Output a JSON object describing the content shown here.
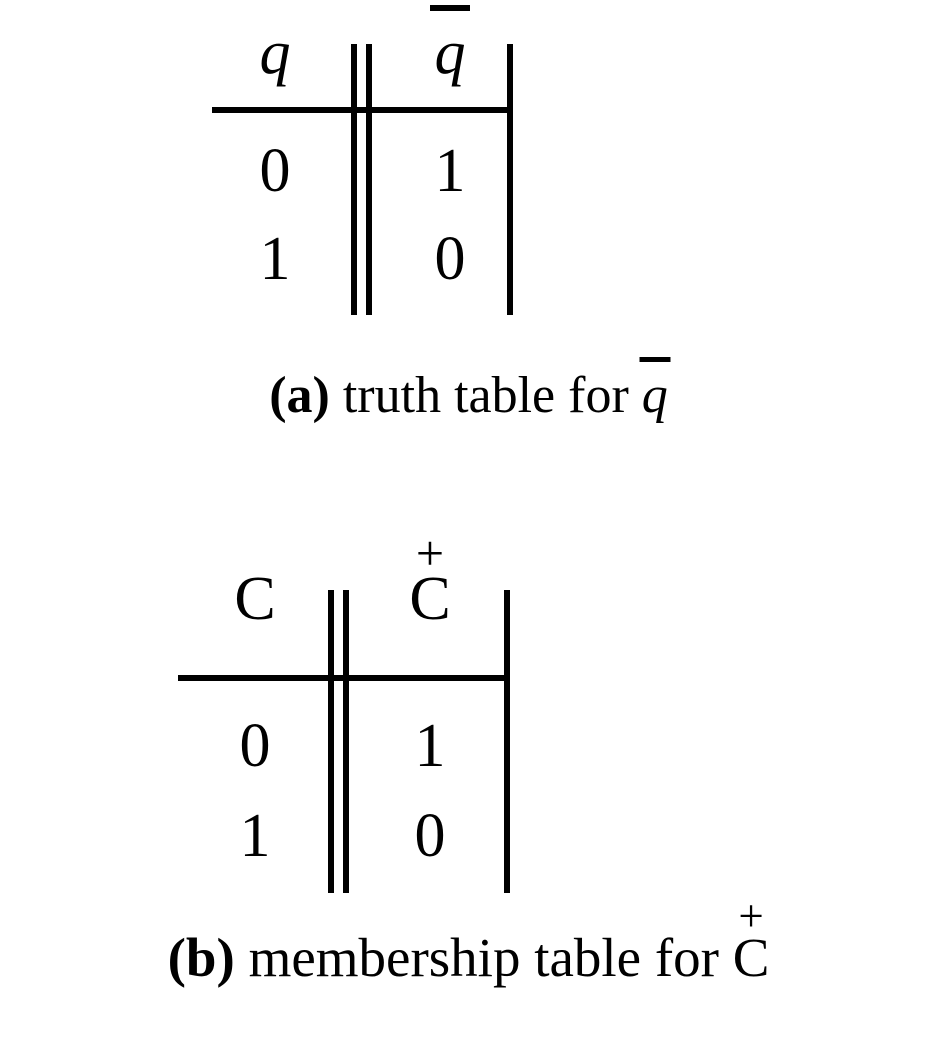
{
  "figure": {
    "background_color": "#ffffff",
    "ink_color": "#000000",
    "subfigures": [
      {
        "id": "a",
        "caption_tag": "(a)",
        "caption_text": "truth table for",
        "caption_symbol_base": "q",
        "caption_symbol_accent": "overline",
        "table": {
          "columns": [
            {
              "header_base": "q",
              "header_accent": "none",
              "header_style": "italic"
            },
            {
              "header_base": "q",
              "header_accent": "overline",
              "header_style": "italic"
            }
          ],
          "rows": [
            [
              "0",
              "1"
            ],
            [
              "1",
              "0"
            ]
          ],
          "separator": "double-vertical-rule",
          "has_right_rule": true,
          "has_header_rule": true
        }
      },
      {
        "id": "b",
        "caption_tag": "(b)",
        "caption_text": "membership table for",
        "caption_symbol_base": "C",
        "caption_symbol_accent": "plus",
        "table": {
          "columns": [
            {
              "header_base": "C",
              "header_accent": "none",
              "header_style": "roman"
            },
            {
              "header_base": "C",
              "header_accent": "plus",
              "header_style": "roman"
            }
          ],
          "rows": [
            [
              "0",
              "1"
            ],
            [
              "1",
              "0"
            ]
          ],
          "separator": "double-vertical-rule",
          "has_right_rule": true,
          "has_header_rule": true
        }
      }
    ]
  },
  "glyphs": {
    "plus": "+"
  }
}
